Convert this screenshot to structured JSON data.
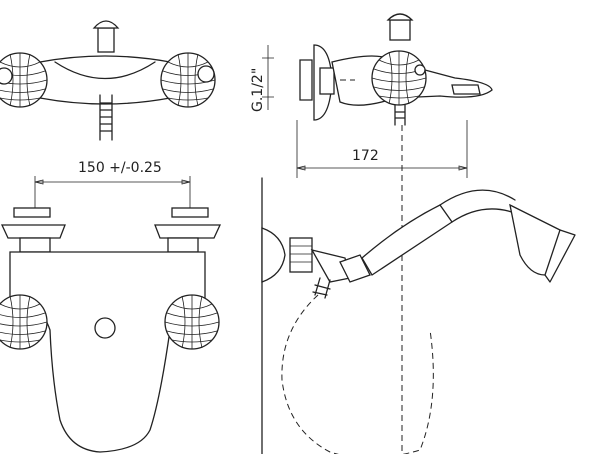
{
  "dimensions": {
    "center_distance": "150 +/-0.25",
    "projection": "172",
    "thread": "G.1/2\""
  }
}
